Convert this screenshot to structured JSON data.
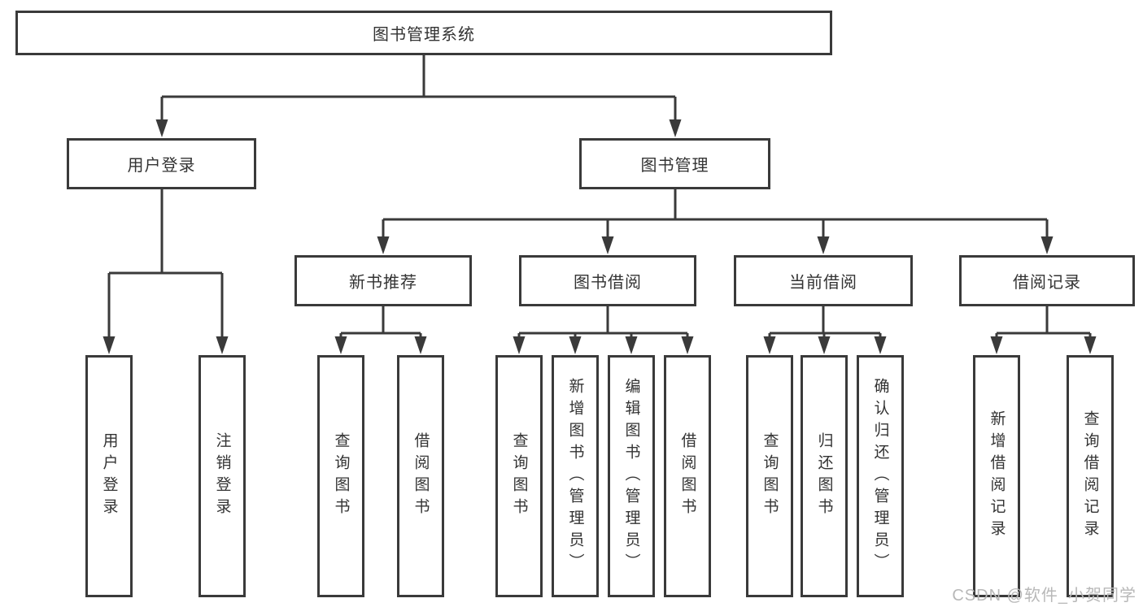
{
  "diagram": {
    "root": {
      "label": "图书管理系统"
    },
    "level2": {
      "user_login": {
        "label": "用户登录"
      },
      "book_mgmt": {
        "label": "图书管理"
      }
    },
    "level3": {
      "new_book_rec": {
        "label": "新书推荐"
      },
      "book_borrow": {
        "label": "图书借阅"
      },
      "current_borrow": {
        "label": "当前借阅"
      },
      "borrow_record": {
        "label": "借阅记录"
      }
    },
    "leaves": {
      "user_login_leaf": {
        "label": "用户登录"
      },
      "logout_leaf": {
        "label": "注销登录"
      },
      "rec_query_books": {
        "label": "查询图书"
      },
      "rec_borrow_books": {
        "label": "借阅图书"
      },
      "bb_query_books": {
        "label": "查询图书"
      },
      "bb_add_books": {
        "label": "新增图书（管理员）"
      },
      "bb_edit_books": {
        "label": "编辑图书（管理员）"
      },
      "bb_borrow_books": {
        "label": "借阅图书"
      },
      "cb_query_books": {
        "label": "查询图书"
      },
      "cb_return_books": {
        "label": "归还图书"
      },
      "cb_confirm_return": {
        "label": "确认归还（管理员）"
      },
      "br_add_record": {
        "label": "新增借阅记录"
      },
      "br_query_record": {
        "label": "查询借阅记录"
      }
    }
  },
  "watermark": {
    "text": "CSDN @软件_小贺同学"
  },
  "colors": {
    "line": "#3a3a3a",
    "box_border": "#3a3a3a",
    "box_background": "#ffffff",
    "text": "#333333",
    "watermark_text": "#b8b8b8",
    "page_background": "#ffffff"
  },
  "icons": {
    "arrowhead": "arrow-down"
  }
}
